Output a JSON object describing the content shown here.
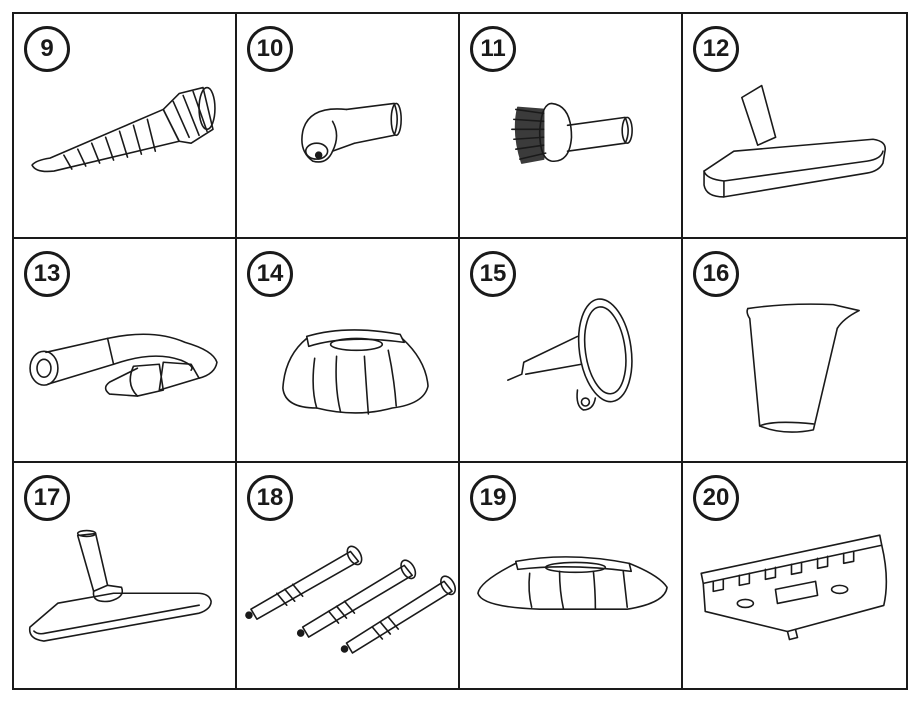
{
  "parts": [
    {
      "number": "9",
      "icon": "cone-nozzle-icon"
    },
    {
      "number": "10",
      "icon": "angled-nozzle-icon"
    },
    {
      "number": "11",
      "icon": "round-brush-icon"
    },
    {
      "number": "12",
      "icon": "floor-tool-icon"
    },
    {
      "number": "13",
      "icon": "extension-hose-icon"
    },
    {
      "number": "14",
      "icon": "cloth-cover-icon"
    },
    {
      "number": "15",
      "icon": "funnel-icon"
    },
    {
      "number": "16",
      "icon": "measuring-cup-icon"
    },
    {
      "number": "17",
      "icon": "flat-mop-head-icon"
    },
    {
      "number": "18",
      "icon": "extension-tubes-icon"
    },
    {
      "number": "19",
      "icon": "microfiber-pad-icon"
    },
    {
      "number": "20",
      "icon": "carpet-glider-icon"
    }
  ]
}
